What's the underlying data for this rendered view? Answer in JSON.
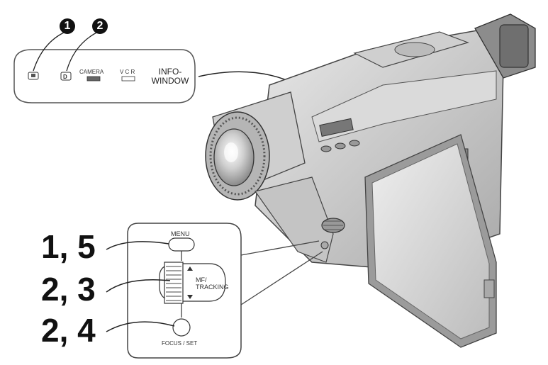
{
  "info_panel": {
    "callout_1": "1",
    "callout_2": "2",
    "indicator_d": "D",
    "indicator_camera": "CAMERA",
    "indicator_vcr": "V C R",
    "info_window_label": "INFO-\nWINDOW"
  },
  "control_panel": {
    "menu_label": "MENU",
    "mf_tracking_label": "MF/\nTRACKING",
    "focus_set_label": "FOCUS / SET"
  },
  "steps": {
    "step_menu": "1, 5",
    "step_dial": "2, 3",
    "step_focus": "2, 4"
  }
}
